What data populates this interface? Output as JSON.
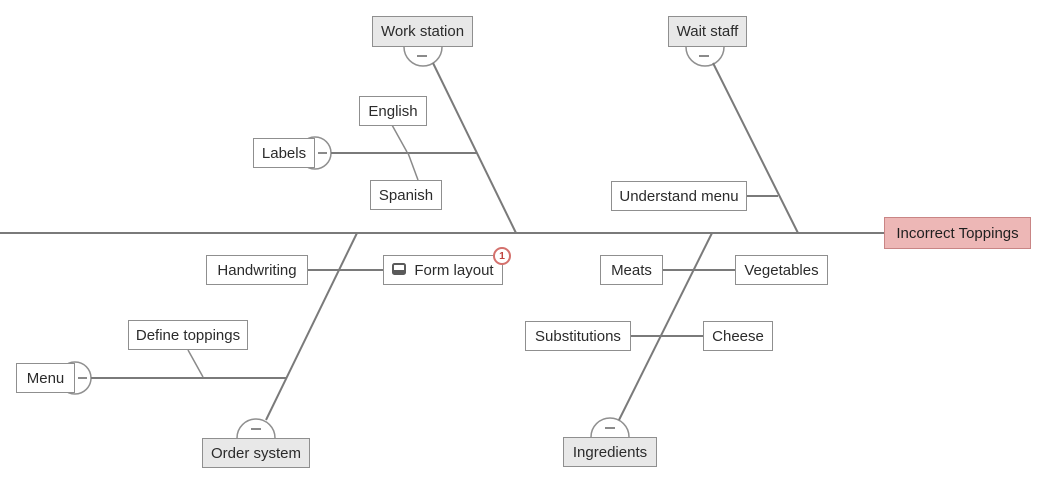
{
  "diagram_type": "fishbone",
  "effect": {
    "label": "Incorrect Toppings"
  },
  "nodes": {
    "work_station": {
      "label": "Work station"
    },
    "wait_staff": {
      "label": "Wait staff"
    },
    "order_system": {
      "label": "Order system"
    },
    "ingredients": {
      "label": "Ingredients"
    },
    "labels": {
      "label": "Labels"
    },
    "english": {
      "label": "English"
    },
    "spanish": {
      "label": "Spanish"
    },
    "understand_menu": {
      "label": "Understand menu"
    },
    "handwriting": {
      "label": "Handwriting"
    },
    "form_layout": {
      "label": "Form layout",
      "comment_count": "1"
    },
    "meats": {
      "label": "Meats"
    },
    "vegetables": {
      "label": "Vegetables"
    },
    "define_toppings": {
      "label": "Define toppings"
    },
    "substitutions": {
      "label": "Substitutions"
    },
    "cheese": {
      "label": "Cheese"
    },
    "menu": {
      "label": "Menu"
    }
  },
  "indicators": {
    "collapse": "-"
  },
  "structure": {
    "top_bones": [
      {
        "category": "Work station",
        "sub_causes": [
          {
            "label": "Labels",
            "children": [
              "English",
              "Spanish"
            ]
          }
        ]
      },
      {
        "category": "Wait staff",
        "sub_causes": [
          {
            "label": "Understand menu",
            "children": []
          }
        ]
      }
    ],
    "bottom_bones": [
      {
        "category": "Order system",
        "sub_causes": [
          {
            "label": "Handwriting",
            "children": []
          },
          {
            "label": "Form layout",
            "children": []
          },
          {
            "label": "Menu",
            "children": [
              "Define toppings"
            ]
          }
        ]
      },
      {
        "category": "Ingredients",
        "sub_causes": [
          {
            "label": "Meats",
            "children": []
          },
          {
            "label": "Vegetables",
            "children": []
          },
          {
            "label": "Substitutions",
            "children": []
          },
          {
            "label": "Cheese",
            "children": []
          }
        ]
      }
    ]
  },
  "colors": {
    "effect_fill": "#edb7b6",
    "effect_border": "#c98585",
    "category_fill": "#e8e8e8",
    "node_border": "#8f8f8f",
    "line": "#7a7a7a",
    "badge_red": "#c0443f",
    "text": "#2b2b2b"
  }
}
